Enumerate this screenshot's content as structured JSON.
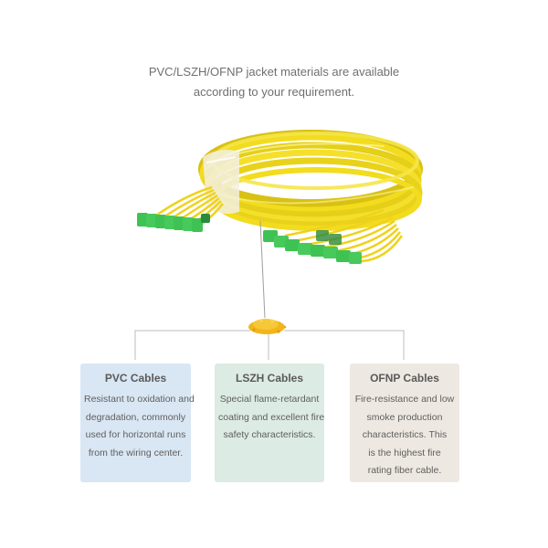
{
  "intro": {
    "lines": [
      "PVC/LSZH/OFNP jacket materials are available",
      "according to your requirement."
    ]
  },
  "cards": [
    {
      "title": "PVC Cables",
      "lines": [
        "Resistant to oxidation and",
        "degradation, commonly",
        "used for horizontal runs",
        "from the wiring center."
      ],
      "bg": "#d9e6f3"
    },
    {
      "title": "LSZH Cables",
      "lines": [
        "Special flame-retardant",
        "coating and excellent fire",
        "safety characteristics."
      ],
      "bg": "#dcebe3"
    },
    {
      "title": "OFNP Cables",
      "lines": [
        "Fire-resistance and low",
        "smoke production",
        "characteristics. This",
        "is the highest fire",
        "rating  fiber cable."
      ],
      "bg": "#ede8e1"
    }
  ],
  "colors": {
    "cable_yellow": "#f2dc1e",
    "connector_green": "#3fc254",
    "connector_green_dark": "#2a8a3c",
    "line_gray": "#bdbdbd"
  }
}
